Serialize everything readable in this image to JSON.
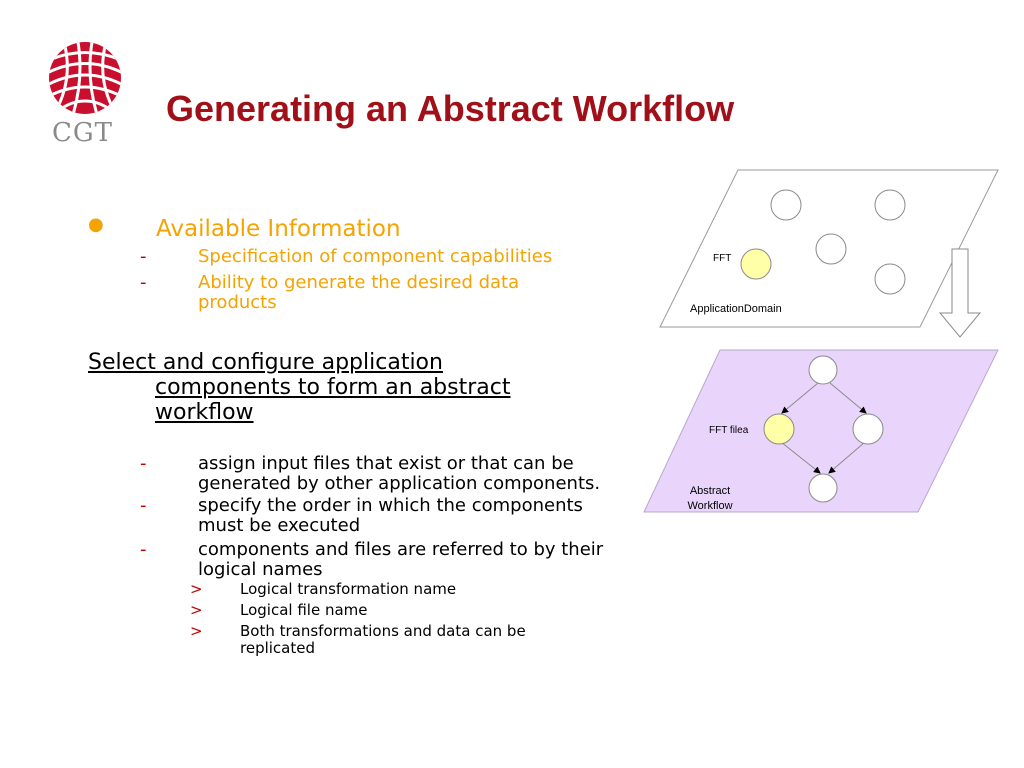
{
  "logo": {
    "text": "CGT"
  },
  "title": "Generating an Abstract Workflow",
  "available": {
    "heading": "Available Information",
    "items": [
      "Specification of component capabilities",
      "Ability to generate the desired data products"
    ]
  },
  "select": {
    "line1": "Select and configure application",
    "line2": "components to form an abstract",
    "line3": "workflow",
    "items": [
      "assign input files that exist or that can be generated by other application components.",
      "specify the order in which the components must be executed",
      "components and files are referred to by their logical names"
    ],
    "subitems": [
      "Logical transformation name",
      "Logical file name",
      "Both transformations and data can be replicated"
    ]
  },
  "diagram": {
    "top_fft": "FFT",
    "top_domain": "ApplicationDomain",
    "bottom_fft": "FFT filea",
    "bottom_label_1": "Abstract",
    "bottom_label_2": "Workflow"
  },
  "colors": {
    "title": "#a01018",
    "accent": "#f5a300",
    "marker": "#c00000",
    "workflow_fill": "#e9d5fb",
    "node_highlight": "#ffffa8"
  }
}
